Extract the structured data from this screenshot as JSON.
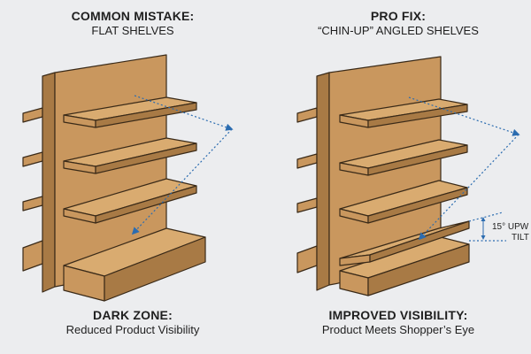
{
  "left_panel": {
    "heading": "COMMON MISTAKE:",
    "subheading": "FLAT SHELVES",
    "footer_heading": "DARK ZONE:",
    "footer_sub": "Reduced Product Visibility"
  },
  "right_panel": {
    "heading": "PRO FIX:",
    "subheading": "“CHIN-UP” ANGLED SHELVES",
    "footer_heading": "IMPROVED VISIBILITY:",
    "footer_sub": "Product Meets Shopper’s Eye",
    "tilt_line1": "15° UPW",
    "tilt_line2": "TILT"
  },
  "colors": {
    "background": "#ecedef",
    "wood_front": "#c9975e",
    "wood_top": "#d9ab70",
    "wood_side": "#a87a45",
    "outline": "#3a2a18",
    "sightline": "#2b6cb0"
  }
}
